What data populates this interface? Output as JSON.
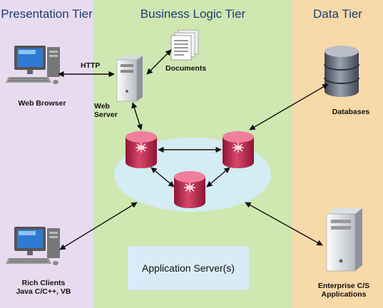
{
  "tiers": {
    "presentation": "Presentation Tier",
    "business": "Business Logic Tier",
    "data": "Data Tier"
  },
  "labels": {
    "http": "HTTP",
    "documents": "Documents",
    "web_browser": "Web Browser",
    "web_server_line1": "Web",
    "web_server_line2": "Server",
    "databases": "Databases",
    "rich_clients_line1": "Rich Clients",
    "rich_clients_line2": "Java C/C++,  VB",
    "enterprise_line1": "Enterprise C/S",
    "enterprise_line2": "Applications",
    "app_server": "Application Server(s)"
  },
  "colors": {
    "presentation_bg": "#e8dbef",
    "business_bg": "#cfe7b1",
    "data_bg": "#f8d9a9",
    "app_server_ellipse": "#d4ecf3",
    "app_server_node": "#c42d55"
  }
}
